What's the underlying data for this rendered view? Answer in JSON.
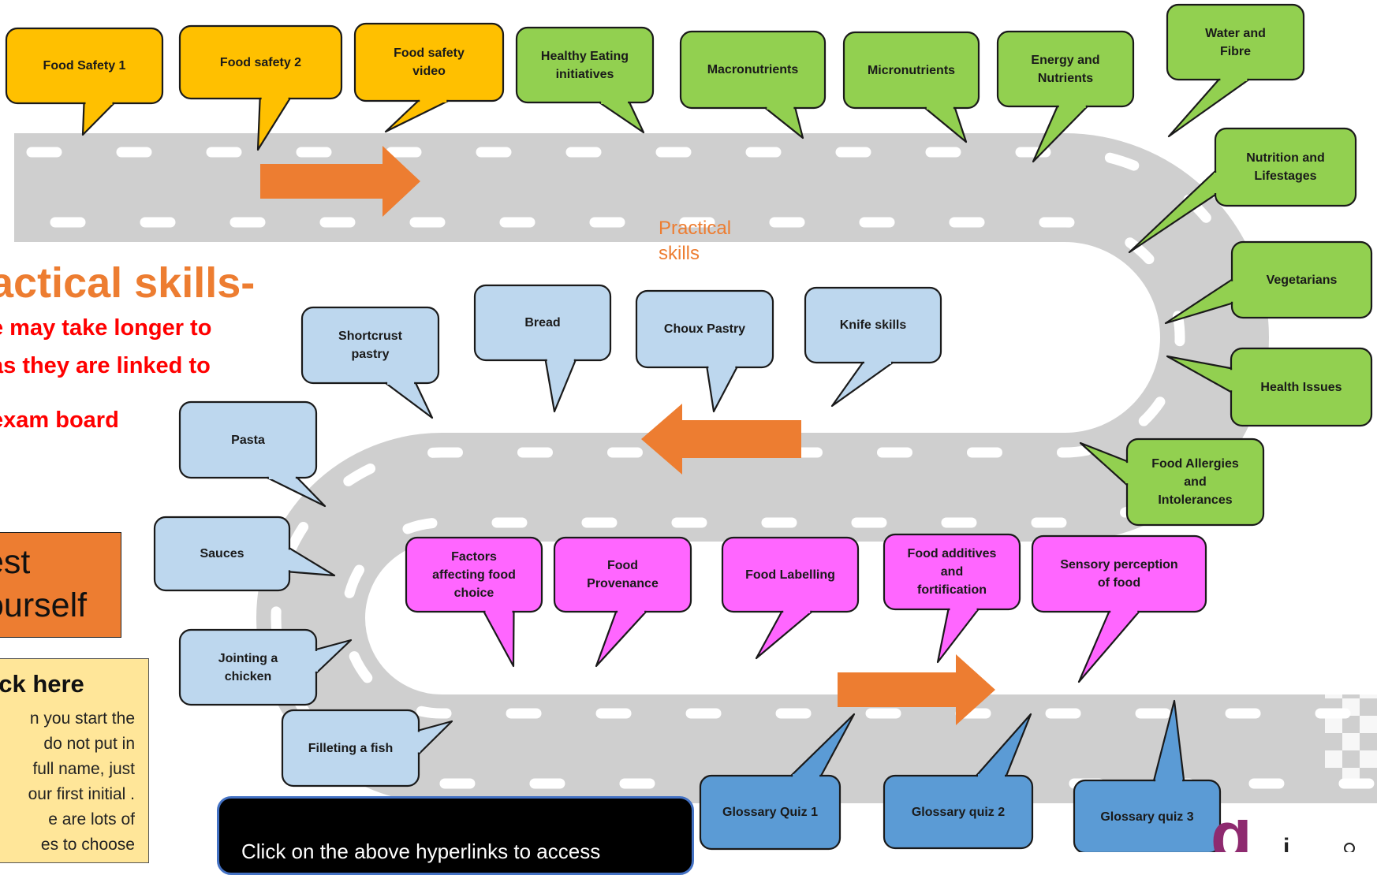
{
  "colors": {
    "road": "#CFCFCF",
    "road_dash": "#FFFFFF",
    "arrow": "#ED7D31",
    "food_safety": "#FFC000",
    "nutrition": "#92D050",
    "practical": "#BDD7EE",
    "food_choice": "#FF66FF",
    "glossary": "#5B9BD5",
    "heading": "#ED7D31",
    "note": "#FF0000",
    "test_box": "#ED7D31",
    "click_box": "#FFE699"
  },
  "bubbles": {
    "food_safety_1": {
      "lines": [
        "Food Safety  1"
      ]
    },
    "food_safety_2": {
      "lines": [
        "Food safety 2"
      ]
    },
    "food_safety_video": {
      "lines": [
        "Food safety",
        "video"
      ]
    },
    "healthy_eating": {
      "lines": [
        "Healthy Eating",
        "initiatives"
      ]
    },
    "macronutrients": {
      "lines": [
        "Macronutrients"
      ]
    },
    "micronutrients": {
      "lines": [
        "Micronutrients"
      ]
    },
    "energy_nutrients": {
      "lines": [
        "Energy and",
        "Nutrients"
      ]
    },
    "water_fibre": {
      "lines": [
        "Water and",
        "Fibre"
      ]
    },
    "nutrition_lifestages": {
      "lines": [
        "Nutrition and",
        "Lifestages"
      ]
    },
    "vegetarians": {
      "lines": [
        "Vegetarians"
      ]
    },
    "health_issues": {
      "lines": [
        "Health Issues"
      ]
    },
    "food_allergies": {
      "lines": [
        "Food Allergies",
        "and",
        "Intolerances"
      ]
    },
    "shortcrust_pastry": {
      "lines": [
        "Shortcrust",
        "pastry"
      ]
    },
    "bread": {
      "lines": [
        "Bread"
      ]
    },
    "choux_pastry": {
      "lines": [
        "Choux Pastry"
      ]
    },
    "knife_skills": {
      "lines": [
        "Knife skills"
      ]
    },
    "pasta": {
      "lines": [
        "Pasta"
      ]
    },
    "sauces": {
      "lines": [
        "Sauces"
      ]
    },
    "jointing_chicken": {
      "lines": [
        "Jointing a",
        "chicken"
      ]
    },
    "filleting_fish": {
      "lines": [
        "Filleting a fish"
      ]
    },
    "factors_food_choice": {
      "lines": [
        "Factors",
        "affecting food",
        "choice"
      ]
    },
    "food_provenance": {
      "lines": [
        "Food",
        "Provenance"
      ]
    },
    "food_labelling": {
      "lines": [
        "Food Labelling"
      ]
    },
    "food_additives": {
      "lines": [
        "Food additives",
        "and",
        "fortification"
      ]
    },
    "sensory_perception": {
      "lines": [
        "Sensory perception",
        "of food"
      ]
    },
    "glossary_quiz_1": {
      "lines": [
        "Glossary Quiz 1"
      ]
    },
    "glossary_quiz_2": {
      "lines": [
        "Glossary quiz 2"
      ]
    },
    "glossary_quiz_3": {
      "lines": [
        "Glossary quiz 3"
      ]
    }
  },
  "practical_label": "Practical skills",
  "heading": "ractical skills-",
  "notes": [
    "e may take longer to",
    " as they are linked to",
    " exam board"
  ],
  "test_box": [
    "est",
    "ourself"
  ],
  "click_box": {
    "title": "lick here",
    "lines": [
      "n you start the",
      "do not put in",
      "full name, just",
      "our first initial .",
      "e are lots of",
      "es to choose"
    ]
  },
  "info_text": "Click on the above hyperlinks to access",
  "logo_text": "d",
  "logo_sub": "i"
}
